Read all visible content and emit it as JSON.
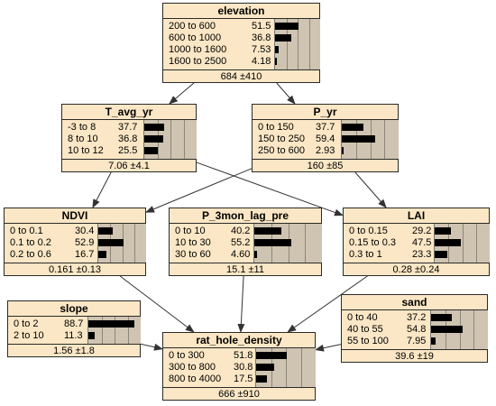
{
  "nodes": [
    {
      "id": "elevation",
      "title": "elevation",
      "footer": "684 ±410",
      "states": [
        {
          "label": "200 to 600",
          "value": "51.5",
          "pct": 51.5
        },
        {
          "label": "600 to 1000",
          "value": "36.8",
          "pct": 36.8
        },
        {
          "label": "1000 to 1600",
          "value": "7.53",
          "pct": 7.53
        },
        {
          "label": "1600 to 2500",
          "value": "4.18",
          "pct": 4.18
        }
      ]
    },
    {
      "id": "t_avg_yr",
      "title": "T_avg_yr",
      "footer": "7.06 ±4.1",
      "states": [
        {
          "label": "-3 to 8",
          "value": "37.7",
          "pct": 37.7
        },
        {
          "label": "8 to 10",
          "value": "36.8",
          "pct": 36.8
        },
        {
          "label": "10 to 12",
          "value": "25.5",
          "pct": 25.5
        }
      ]
    },
    {
      "id": "p_yr",
      "title": "P_yr",
      "footer": "160 ±85",
      "states": [
        {
          "label": "0 to 150",
          "value": "37.7",
          "pct": 37.7
        },
        {
          "label": "150 to 250",
          "value": "59.4",
          "pct": 59.4
        },
        {
          "label": "250 to 600",
          "value": "2.93",
          "pct": 2.93
        }
      ]
    },
    {
      "id": "ndvi",
      "title": "NDVI",
      "footer": "0.161 ±0.13",
      "states": [
        {
          "label": "0 to 0.1",
          "value": "30.4",
          "pct": 30.4
        },
        {
          "label": "0.1 to 0.2",
          "value": "52.9",
          "pct": 52.9
        },
        {
          "label": "0.2 to 0.6",
          "value": "16.7",
          "pct": 16.7
        }
      ]
    },
    {
      "id": "p_3mon_lag_pre",
      "title": "P_3mon_lag_pre",
      "footer": "15.1 ±11",
      "states": [
        {
          "label": "0 to 10",
          "value": "40.2",
          "pct": 40.2
        },
        {
          "label": "10 to 30",
          "value": "55.2",
          "pct": 55.2
        },
        {
          "label": "30 to 60",
          "value": "4.60",
          "pct": 4.6
        }
      ]
    },
    {
      "id": "lai",
      "title": "LAI",
      "footer": "0.28 ±0.24",
      "states": [
        {
          "label": "0 to 0.15",
          "value": "29.2",
          "pct": 29.2
        },
        {
          "label": "0.15 to 0.3",
          "value": "47.5",
          "pct": 47.5
        },
        {
          "label": "0.3 to 1",
          "value": "23.3",
          "pct": 23.3
        }
      ]
    },
    {
      "id": "slope",
      "title": "slope",
      "footer": "1.56 ±1.8",
      "states": [
        {
          "label": "0 to 2",
          "value": "88.7",
          "pct": 88.7
        },
        {
          "label": "2 to 10",
          "value": "11.3",
          "pct": 11.3
        }
      ]
    },
    {
      "id": "sand",
      "title": "sand",
      "footer": "39.6 ±19",
      "states": [
        {
          "label": "0 to 40",
          "value": "37.2",
          "pct": 37.2
        },
        {
          "label": "40 to 55",
          "value": "54.8",
          "pct": 54.8
        },
        {
          "label": "55 to 100",
          "value": "7.95",
          "pct": 7.95
        }
      ]
    },
    {
      "id": "rat_hole_density",
      "title": "rat_hole_density",
      "footer": "666 ±910",
      "states": [
        {
          "label": "0 to 300",
          "value": "51.8",
          "pct": 51.8
        },
        {
          "label": "300 to 800",
          "value": "30.8",
          "pct": 30.8
        },
        {
          "label": "800 to 4000",
          "value": "17.5",
          "pct": 17.5
        }
      ]
    }
  ],
  "edges": [
    {
      "from": "elevation",
      "to": "t_avg_yr"
    },
    {
      "from": "elevation",
      "to": "p_yr"
    },
    {
      "from": "t_avg_yr",
      "to": "ndvi"
    },
    {
      "from": "t_avg_yr",
      "to": "lai"
    },
    {
      "from": "p_yr",
      "to": "ndvi"
    },
    {
      "from": "p_yr",
      "to": "lai"
    },
    {
      "from": "ndvi",
      "to": "rat_hole_density"
    },
    {
      "from": "p_3mon_lag_pre",
      "to": "rat_hole_density"
    },
    {
      "from": "lai",
      "to": "rat_hole_density"
    },
    {
      "from": "slope",
      "to": "rat_hole_density"
    },
    {
      "from": "sand",
      "to": "rat_hole_density"
    }
  ],
  "colors": {
    "node_fill": "#fbe7c5",
    "bar_area": "#cfc4b1",
    "bar": "#000000",
    "edge": "#333333"
  }
}
